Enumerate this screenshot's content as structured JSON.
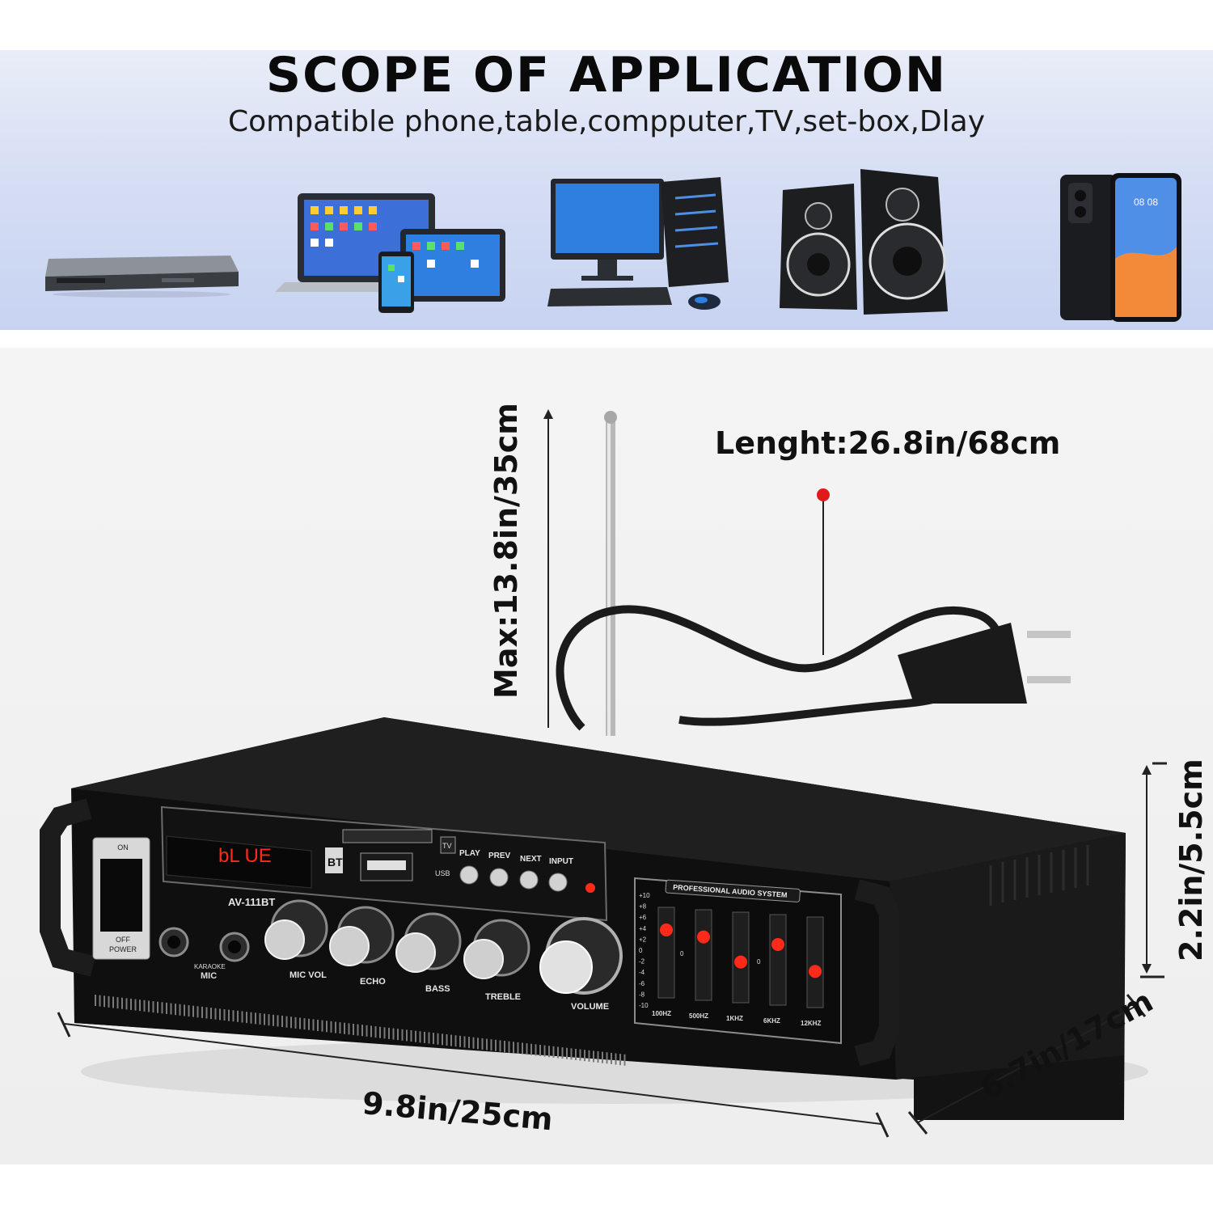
{
  "header": {
    "title": "SCOPE OF APPLICATION",
    "subtitle": "Compatible phone,table,compputer,TV,set-box,Dlay"
  },
  "devices": [
    {
      "icon": "dvd-player-icon"
    },
    {
      "icon": "laptop-tablet-phone-icon"
    },
    {
      "icon": "desktop-computer-icon"
    },
    {
      "icon": "speakers-icon"
    },
    {
      "icon": "smartphone-icon"
    }
  ],
  "phone_clock": "08 08",
  "dimensions": {
    "antenna": "Max:13.8in/35cm",
    "cable": "Lenght:26.8in/68cm",
    "height": "2.2in/5.5cm",
    "width": "9.8in/25cm",
    "depth": "6.7in/17cm"
  },
  "amplifier": {
    "model": "AV-111BT",
    "display": "bL UE",
    "power_on": "ON",
    "power_off": "OFF",
    "power_label": "POWER",
    "karaoke": "KARAOKE",
    "mic": "MIC",
    "bt": "BT",
    "tv": "TV",
    "usb": "USB",
    "buttons": [
      "PLAY",
      "PREV",
      "NEXT",
      "INPUT"
    ],
    "knobs": [
      "MIC VOL",
      "ECHO",
      "BASS",
      "TREBLE",
      "VOLUME"
    ],
    "eq_title": "PROFESSIONAL AUDIO SYSTEM",
    "eq_scale": [
      "+10",
      "+8",
      "+6",
      "+4",
      "+2",
      "0",
      "-2",
      "-4",
      "-6",
      "-8",
      "-10"
    ],
    "eq_bands": [
      "100HZ",
      "500HZ",
      "1KHZ",
      "6KHZ",
      "12KHZ"
    ],
    "eq_zero": "0"
  },
  "colors": {
    "led": "#ff2a1a",
    "body": "#151515",
    "band": "#cfd9f2"
  }
}
